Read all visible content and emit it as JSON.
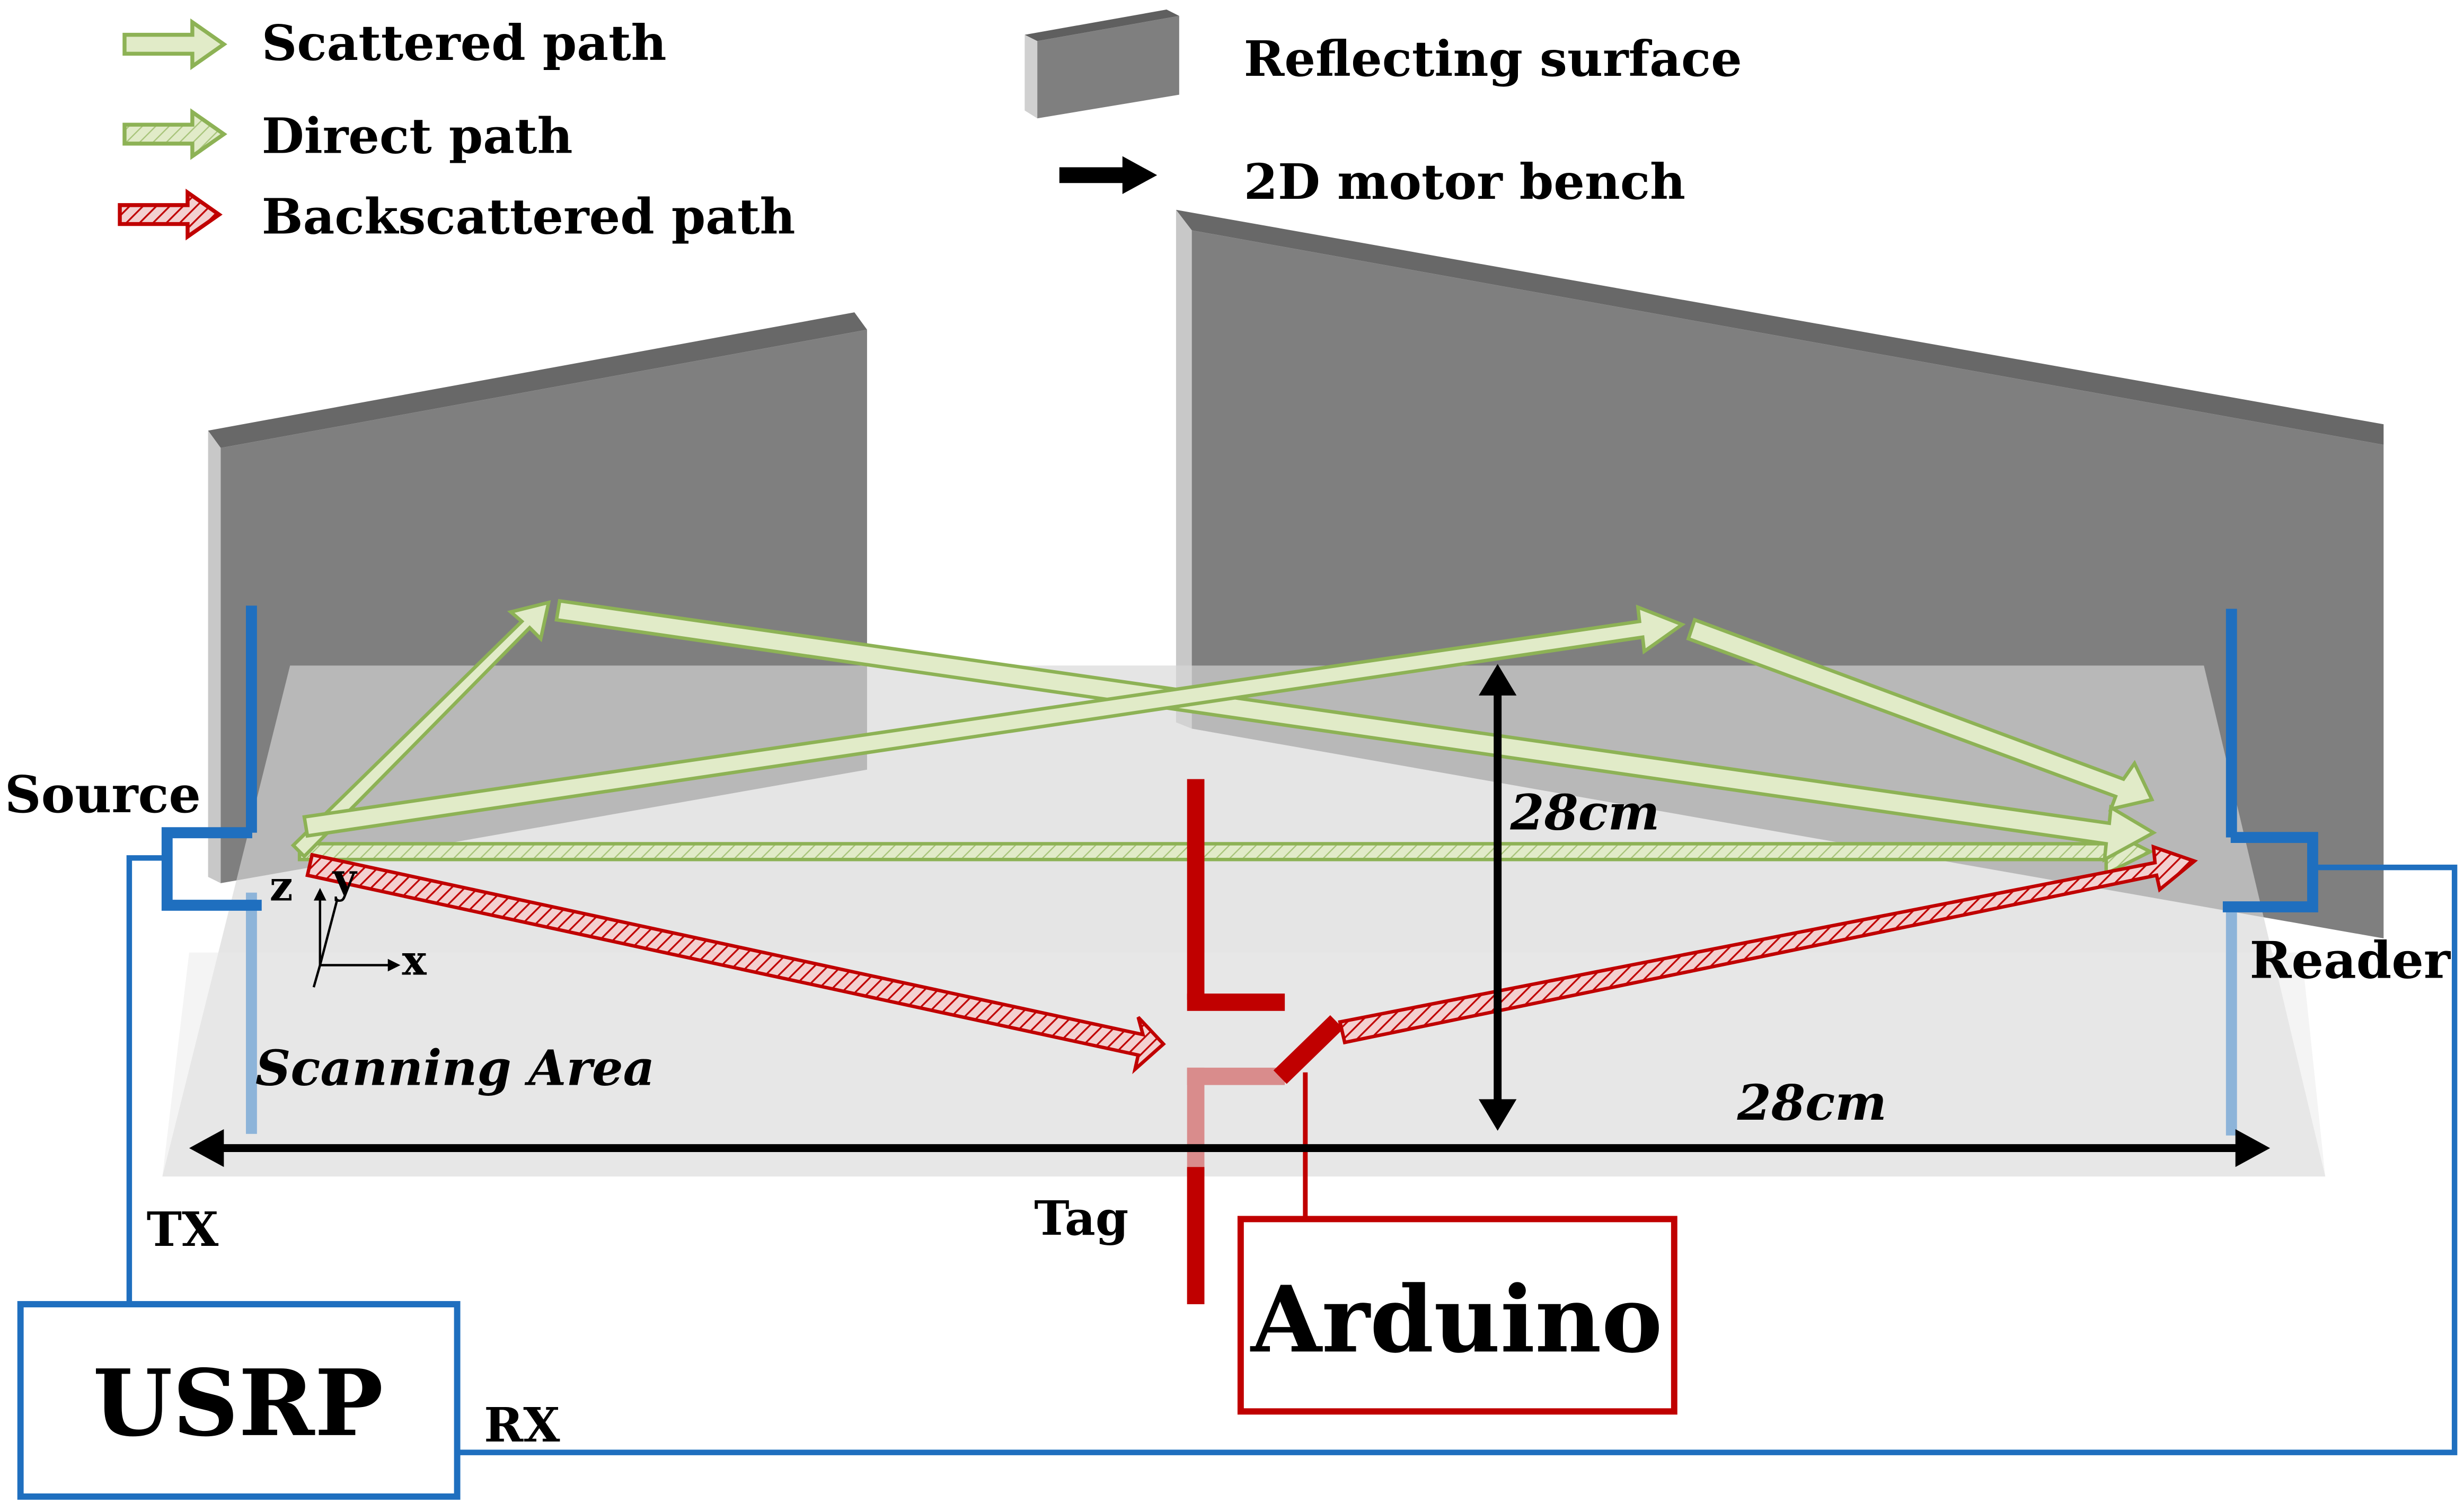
{
  "legend": {
    "scattered": "Scattered path",
    "direct": "Direct path",
    "backscattered": "Backscattered path",
    "reflecting": "Reflecting surface",
    "motor": "2D motor bench"
  },
  "labels": {
    "source": "Source",
    "reader": "Reader",
    "tx": "TX",
    "rx": "RX",
    "usrp": "USRP",
    "arduino": "Arduino",
    "tag": "Tag",
    "scanning_area": "Scanning Area",
    "dim_vertical": "28cm",
    "dim_horizontal": "28cm",
    "axis_z": "z",
    "axis_y": "y",
    "axis_x": "x"
  },
  "colors": {
    "green_fill": "#dfe9c7",
    "green_stroke": "#8db255",
    "red_fill": "#c00000",
    "red_stroke": "#c00000",
    "blue": "#1f6fbf",
    "blue_light": "#8db4d9",
    "wall_front": "#7f7f7f",
    "wall_top": "#6a6a6a",
    "wall_side": "#d0d0d0",
    "floor": "#e6e6e6",
    "black": "#000000"
  }
}
